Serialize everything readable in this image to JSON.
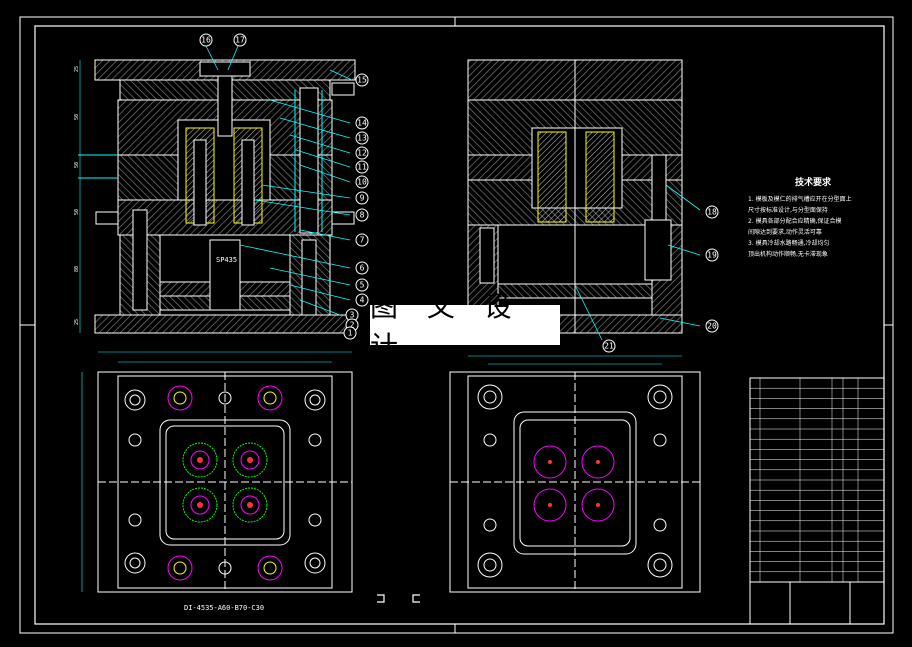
{
  "watermark": "图 文 设 计",
  "part_code": "DI-4535-A60-B70-C30",
  "center_label": "SP435",
  "left_balloons": [
    "16",
    "17",
    "15",
    "14",
    "13",
    "12",
    "11",
    "10",
    "9",
    "8",
    "7",
    "6",
    "5",
    "4",
    "3",
    "2",
    "1"
  ],
  "right_balloons": [
    "18",
    "19",
    "20",
    "21"
  ],
  "tech_title": "技术要求",
  "tech_lines": [
    "1. 模板及模仁的排气槽应开在分型面上",
    "   尺寸按标准设计,与分型面保持",
    "2. 模具各部分配合应精确,保证合模",
    "   间隙达到要求,动作灵活可靠",
    "3. 模具冷却水路畅通,冷却均匀",
    "   顶出机构动作顺畅,无卡滞现象"
  ],
  "colors": {
    "frame": "#ffffff",
    "hatch": "#8a8a8a",
    "cyan": "#00ffff",
    "yellow": "#ffff00",
    "red": "#ff3333",
    "green": "#00ff00",
    "magenta": "#ff00ff"
  }
}
